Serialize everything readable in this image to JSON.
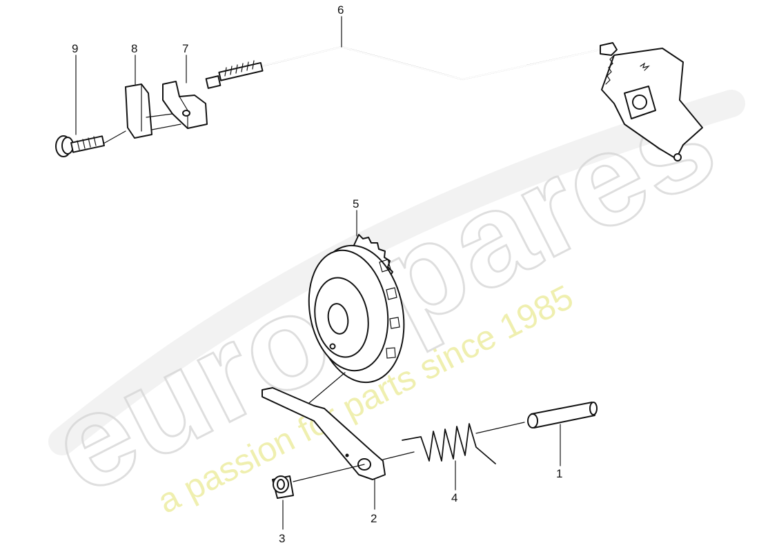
{
  "watermark": {
    "brand": "eurospares",
    "tagline": "a passion for parts since 1985",
    "brand_color": "#d4d4d4",
    "tagline_color": "#ecec9c"
  },
  "callouts": [
    {
      "id": "1",
      "label": "1",
      "part": "pin"
    },
    {
      "id": "2",
      "label": "2",
      "part": "lever"
    },
    {
      "id": "3",
      "label": "3",
      "part": "bushing"
    },
    {
      "id": "4",
      "label": "4",
      "part": "spring"
    },
    {
      "id": "5",
      "label": "5",
      "part": "sprocket"
    },
    {
      "id": "6",
      "label": "6",
      "part": "cable"
    },
    {
      "id": "7",
      "label": "7",
      "part": "cable-clamp"
    },
    {
      "id": "8",
      "label": "8",
      "part": "clip"
    },
    {
      "id": "9",
      "label": "9",
      "part": "screw"
    }
  ]
}
